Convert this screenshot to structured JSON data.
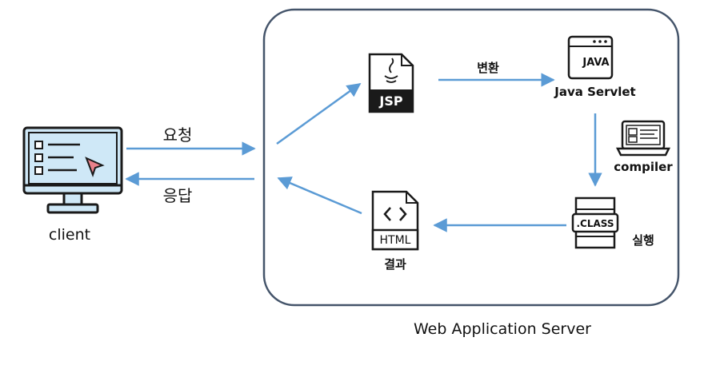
{
  "client": {
    "label": "client"
  },
  "request": {
    "label": "요청"
  },
  "response": {
    "label": "응답"
  },
  "server": {
    "label": "Web Application Server"
  },
  "jsp": {
    "badge": "JSP"
  },
  "convert": {
    "label": "변환"
  },
  "servlet": {
    "badge": "JAVA",
    "label": "Java Servlet"
  },
  "compiler": {
    "label": "compiler"
  },
  "classfile": {
    "badge": ".CLASS"
  },
  "execute": {
    "label": "실행"
  },
  "result": {
    "badge": "HTML",
    "label": "결과"
  },
  "colors": {
    "arrow": "#5b9bd5",
    "frame": "#44546a",
    "outline": "#1a1a1a",
    "monitor_screen": "#cfe8f7",
    "cursor": "#e8808a",
    "icon_fill": "#1a1a1a"
  }
}
